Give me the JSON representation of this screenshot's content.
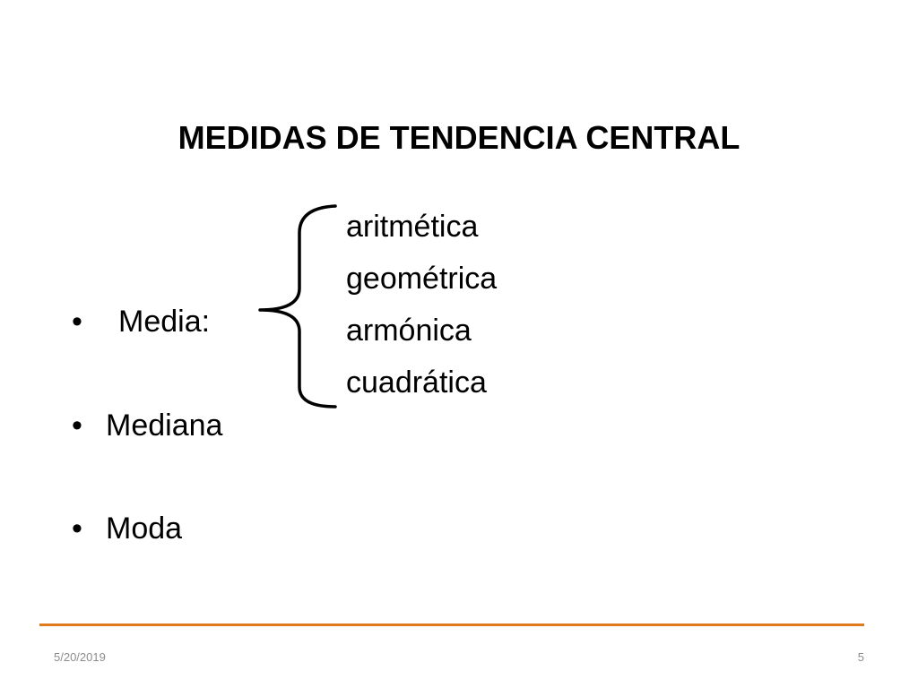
{
  "slide": {
    "title": "MEDIDAS DE TENDENCIA CENTRAL",
    "bullet_char": "•",
    "bullets": [
      {
        "label": "Media:"
      },
      {
        "label": "Mediana"
      },
      {
        "label": "Moda"
      }
    ],
    "media_types": [
      "aritmética",
      "geométrica",
      "armónica",
      "cuadrática"
    ]
  },
  "footer": {
    "date": "5/20/2019",
    "page_number": "5"
  },
  "colors": {
    "accent": "#e07a1e",
    "footer_text": "#8c8c8c"
  }
}
